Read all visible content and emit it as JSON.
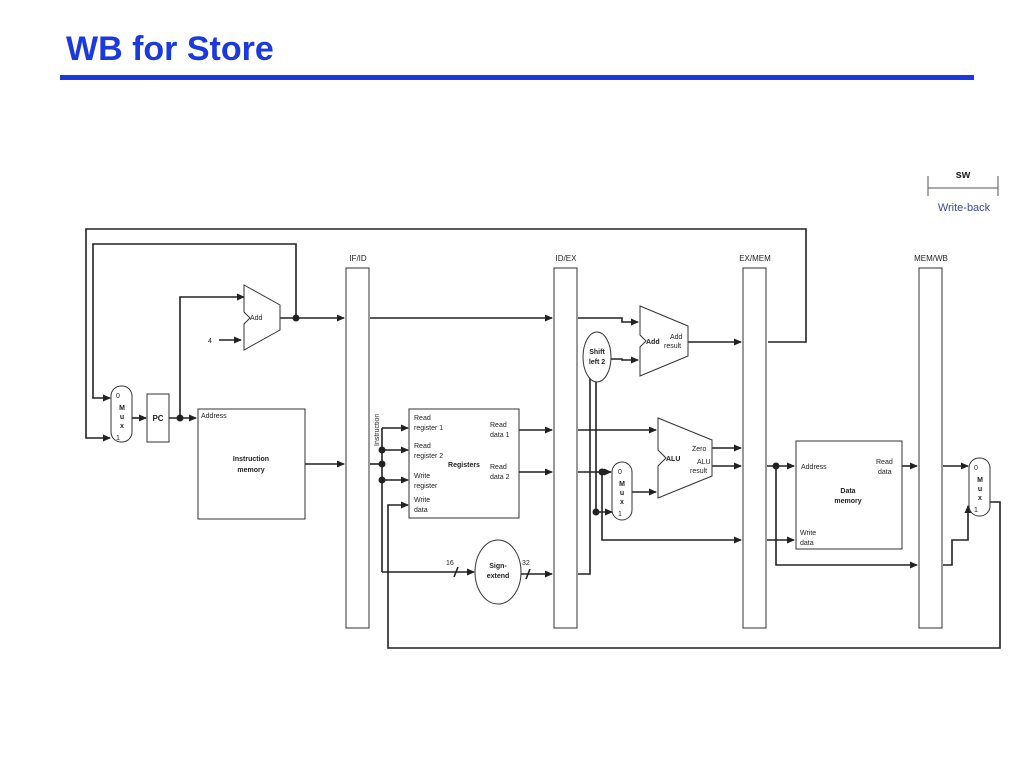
{
  "slide": {
    "title": "WB for Store"
  },
  "stage_indicator": {
    "instruction": "sw",
    "stage": "Write-back"
  },
  "colors": {
    "title": "#1a3ae0",
    "wire": "#222222"
  },
  "pipeline_registers": {
    "if_id": "IF/ID",
    "id_ex": "ID/EX",
    "ex_mem": "EX/MEM",
    "mem_wb": "MEM/WB"
  },
  "labels": {
    "pc": "PC",
    "four": "4",
    "add": "Add",
    "add_result_1": "Add",
    "add_result_2": "result",
    "shift_1": "Shift",
    "shift_2": "left 2",
    "instruction_vertical": "Instruction",
    "address": "Address",
    "imem_1": "Instruction",
    "imem_2": "memory",
    "reg_read1_a": "Read",
    "reg_read1_b": "register 1",
    "reg_read2_a": "Read",
    "reg_read2_b": "register 2",
    "reg_write_a": "Write",
    "reg_write_b": "register",
    "reg_wdata_a": "Write",
    "reg_wdata_b": "data",
    "registers": "Registers",
    "rdata1_a": "Read",
    "rdata1_b": "data 1",
    "rdata2_a": "Read",
    "rdata2_b": "data 2",
    "sign_1": "Sign-",
    "sign_2": "extend",
    "bits_16": "16",
    "bits_32": "32",
    "alu": "ALU",
    "zero": "Zero",
    "alu_result_1": "ALU",
    "alu_result_2": "result",
    "dmem_address": "Address",
    "dmem_read_1": "Read",
    "dmem_read_2": "data",
    "dmem_1": "Data",
    "dmem_2": "memory",
    "dmem_write_1": "Write",
    "dmem_write_2": "data",
    "mux_0": "0",
    "mux_m": "M",
    "mux_u": "u",
    "mux_x": "x",
    "mux_1": "1"
  }
}
